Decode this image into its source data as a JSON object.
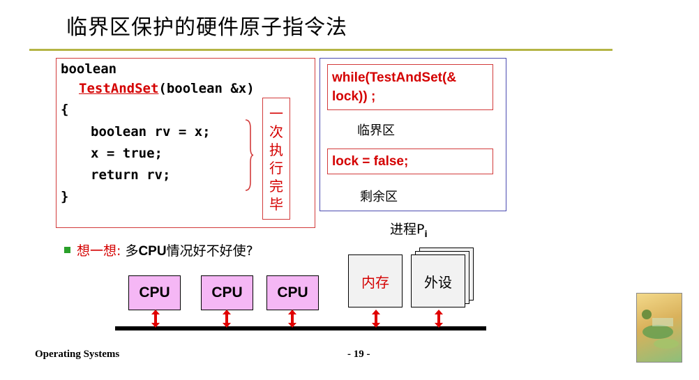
{
  "slide": {
    "title": "临界区保护的硬件原子指令法"
  },
  "code": {
    "line1": "boolean",
    "func_name": "TestAndSet",
    "params": "(boolean &x)",
    "open_brace": "{",
    "body_line1": "boolean rv = x;",
    "body_line2": "x = true;",
    "body_line3": "return rv;",
    "close_brace": "}",
    "atomic_chars": [
      "一",
      "次",
      "执",
      "行",
      "完",
      "毕"
    ]
  },
  "process": {
    "while_line1": "while(TestAndSet(&",
    "while_line2": "lock)) ;",
    "critical_section": "临界区",
    "lock_release": "lock = false;",
    "remainder_section": "剩余区",
    "process_label": "进程P",
    "process_subscript": "i"
  },
  "question": {
    "prefix": "想一想:",
    "text_a": " 多",
    "text_bold": "CPU",
    "text_b": "情况好不好使?"
  },
  "hardware": {
    "cpu_labels": [
      "CPU",
      "CPU",
      "CPU"
    ],
    "memory_label": "内存",
    "peripheral_label": "外设"
  },
  "footer": {
    "course": "Operating Systems",
    "page": "- 19 -"
  },
  "colors": {
    "accent_red": "#d40000",
    "title_rule": "#b5b545",
    "cpu_fill": "#f5b7f5",
    "process_border": "#4a4ab0",
    "bullet_green": "#2aa02a"
  }
}
